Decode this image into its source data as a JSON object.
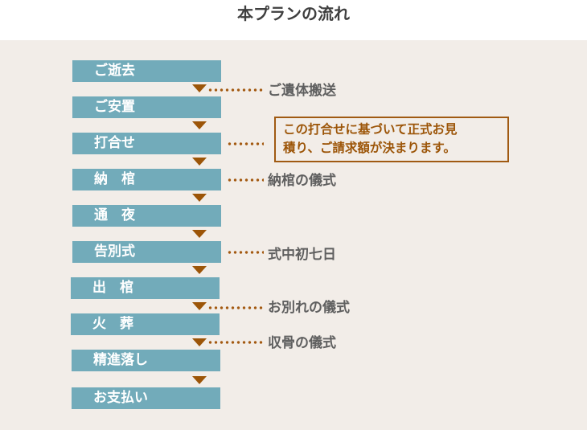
{
  "title": "本プランの流れ",
  "colors": {
    "background_band": "#f2ede8",
    "step_box": "#72abba",
    "step_text": "#ffffff",
    "arrow": "#9c5508",
    "dots": "#a35a12",
    "note_text": "#5f5f5f",
    "callout_border": "#a05a12",
    "callout_text": "#9c5508"
  },
  "steps": [
    {
      "label": "ご逝去"
    },
    {
      "label": "ご安置"
    },
    {
      "label": "打合せ"
    },
    {
      "label": "納　棺"
    },
    {
      "label": "通　夜"
    },
    {
      "label": "告別式"
    },
    {
      "label": "出　棺"
    },
    {
      "label": "火　葬"
    },
    {
      "label": "精進落し"
    },
    {
      "label": "お支払い"
    }
  ],
  "notes": {
    "transport": "ご遺体搬送",
    "callout_line1": "この打合せに基づいて正式お見",
    "callout_line2": "積り、ご請求額が決まります。",
    "encoffin": "納棺の儀式",
    "funeral": "式中初七日",
    "farewell": "お別れの儀式",
    "bone_gathering": "収骨の儀式"
  }
}
